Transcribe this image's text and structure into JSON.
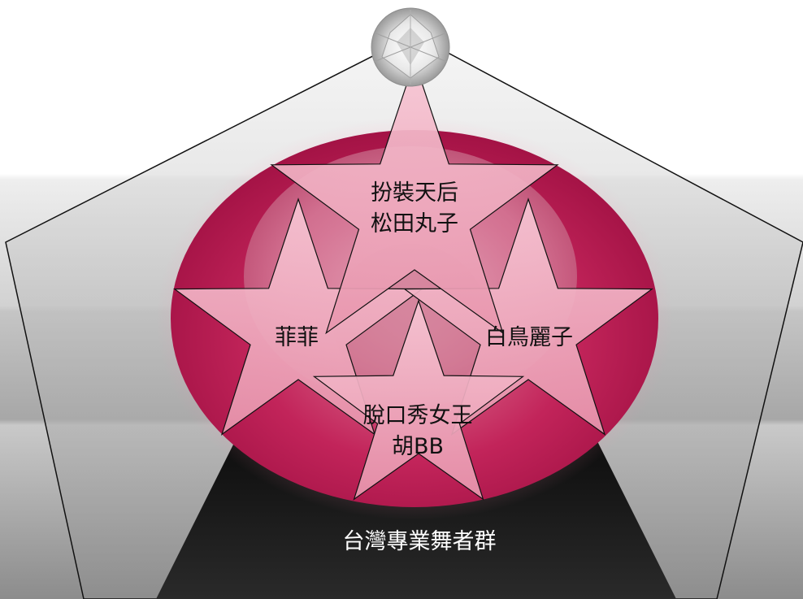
{
  "colors": {
    "ball": "#b8124c",
    "star": "#f1a7bd",
    "base": "#1c1c1c",
    "outline": "#111111"
  },
  "stars": {
    "top": {
      "line1": "扮裝天后",
      "line2": "松田丸子"
    },
    "left": {
      "label": "菲菲"
    },
    "right": {
      "label": "白鳥麗子"
    },
    "bottom": {
      "line1": "脫口秀女王",
      "line2": "胡BB"
    }
  },
  "base": {
    "label": "台灣專業舞者群"
  },
  "icons": {
    "top_gem": "diamond-icon"
  }
}
